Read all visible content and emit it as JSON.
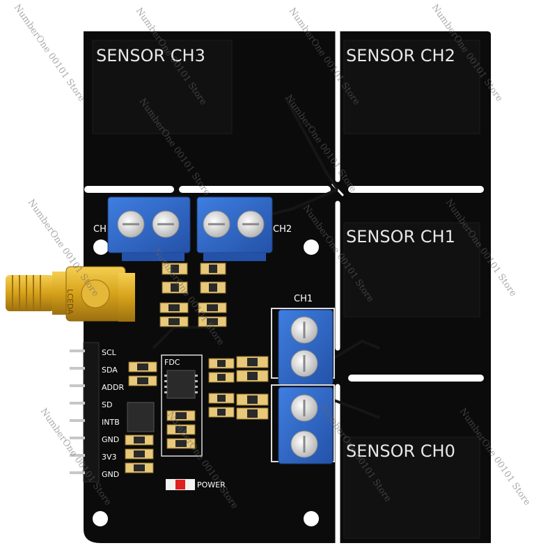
{
  "sensors": {
    "ch3": "SENSOR CH3",
    "ch2": "SENSOR CH2",
    "ch1": "SENSOR CH1",
    "ch0": "SENSOR CH0"
  },
  "terminal_labels": {
    "left_a": "CH",
    "left_b": "CH2",
    "right_top": "CH1"
  },
  "connector_label": "LCEDA",
  "chip_label": "FDC",
  "power_label": "POWER",
  "pins": [
    "SCL",
    "SDA",
    "ADDR",
    "SD",
    "INTB",
    "GND",
    "3V3",
    "GND"
  ],
  "watermark": "NumberOne 00101 Store",
  "colors": {
    "board": "#0b0b0b",
    "copper_pad": "#111111",
    "terminal_blue": "#2f67c9",
    "sma_gold": "#d6a21a",
    "led_red": "#e02020"
  }
}
